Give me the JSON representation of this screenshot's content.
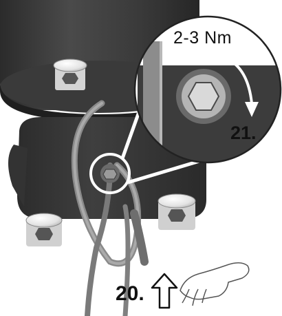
{
  "labels": {
    "torque": "2-3 Nm",
    "step_tighten": "21.",
    "step_push": "20."
  },
  "icons": [
    "hex-socket-screw-icon",
    "clockwise-arrow-icon",
    "up-arrow-icon",
    "hand-icon"
  ]
}
